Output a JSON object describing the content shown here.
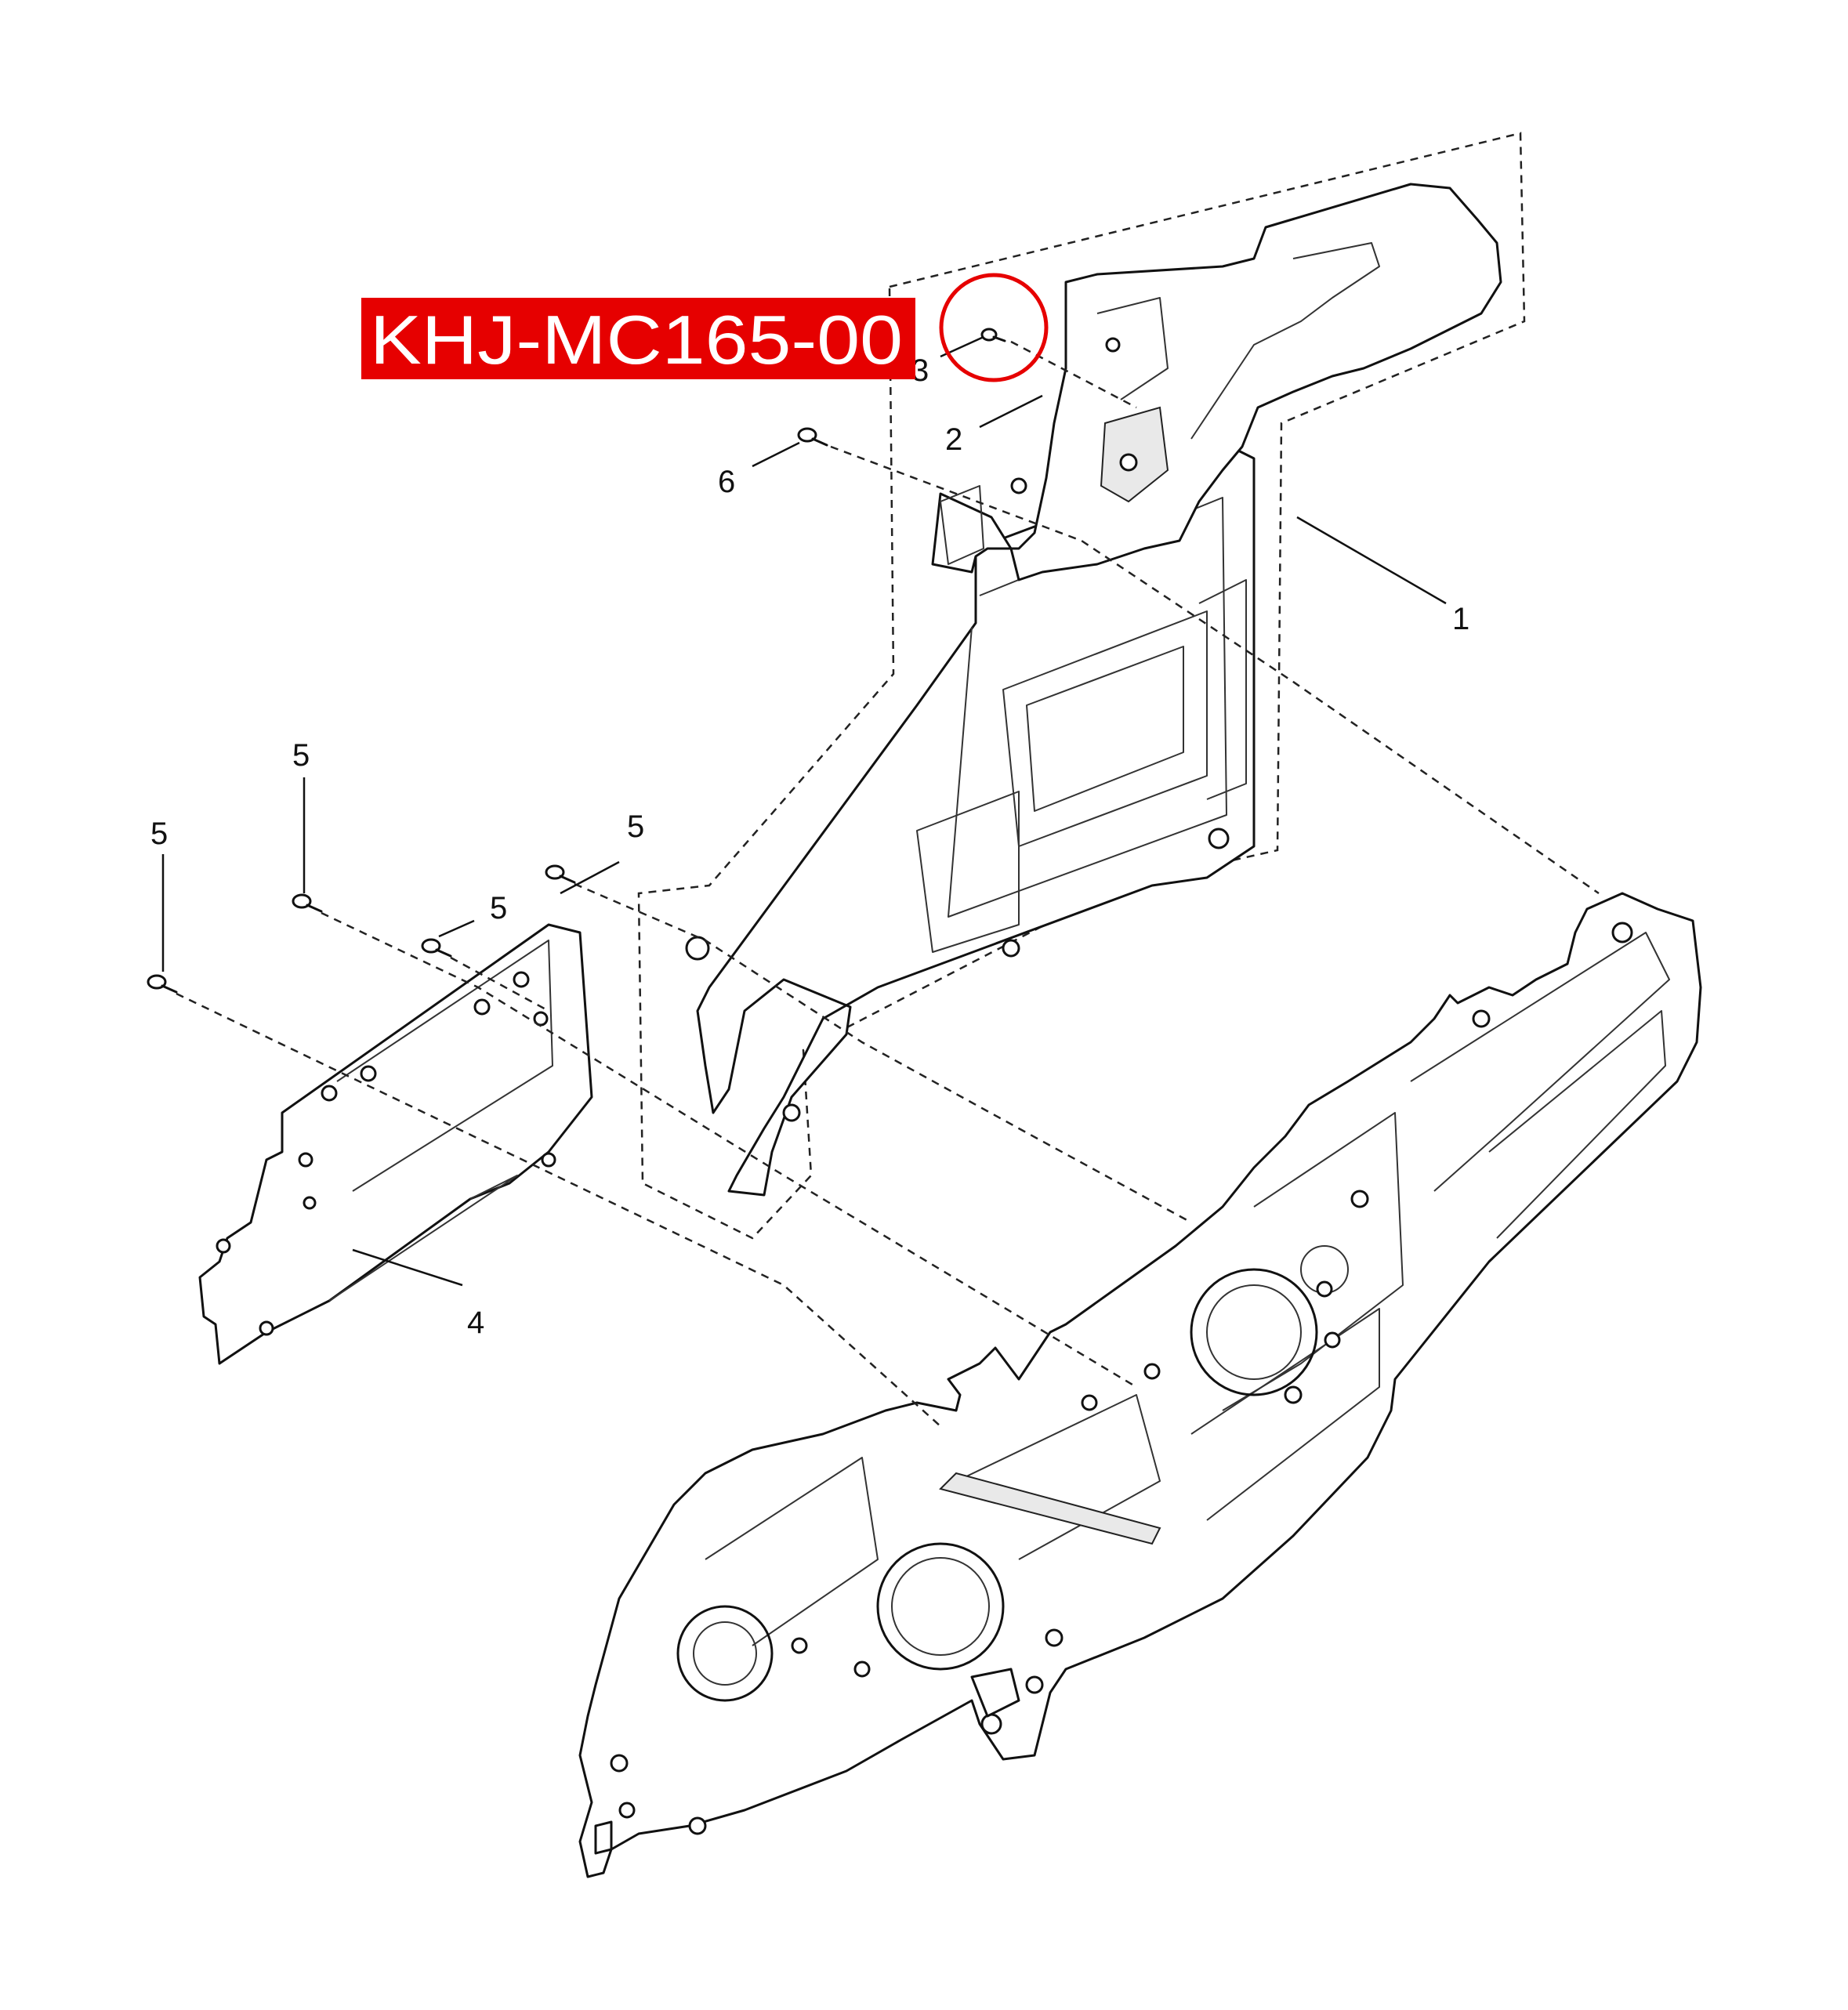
{
  "part_code": "KHJ-MC165-00",
  "callouts": {
    "c1": "1",
    "c2": "2",
    "c3": "3",
    "c4": "4",
    "c5a": "5",
    "c5b": "5",
    "c5c": "5",
    "c5d": "5",
    "c6": "6"
  },
  "colors": {
    "highlight_red": "#e60000",
    "line": "#111111"
  }
}
